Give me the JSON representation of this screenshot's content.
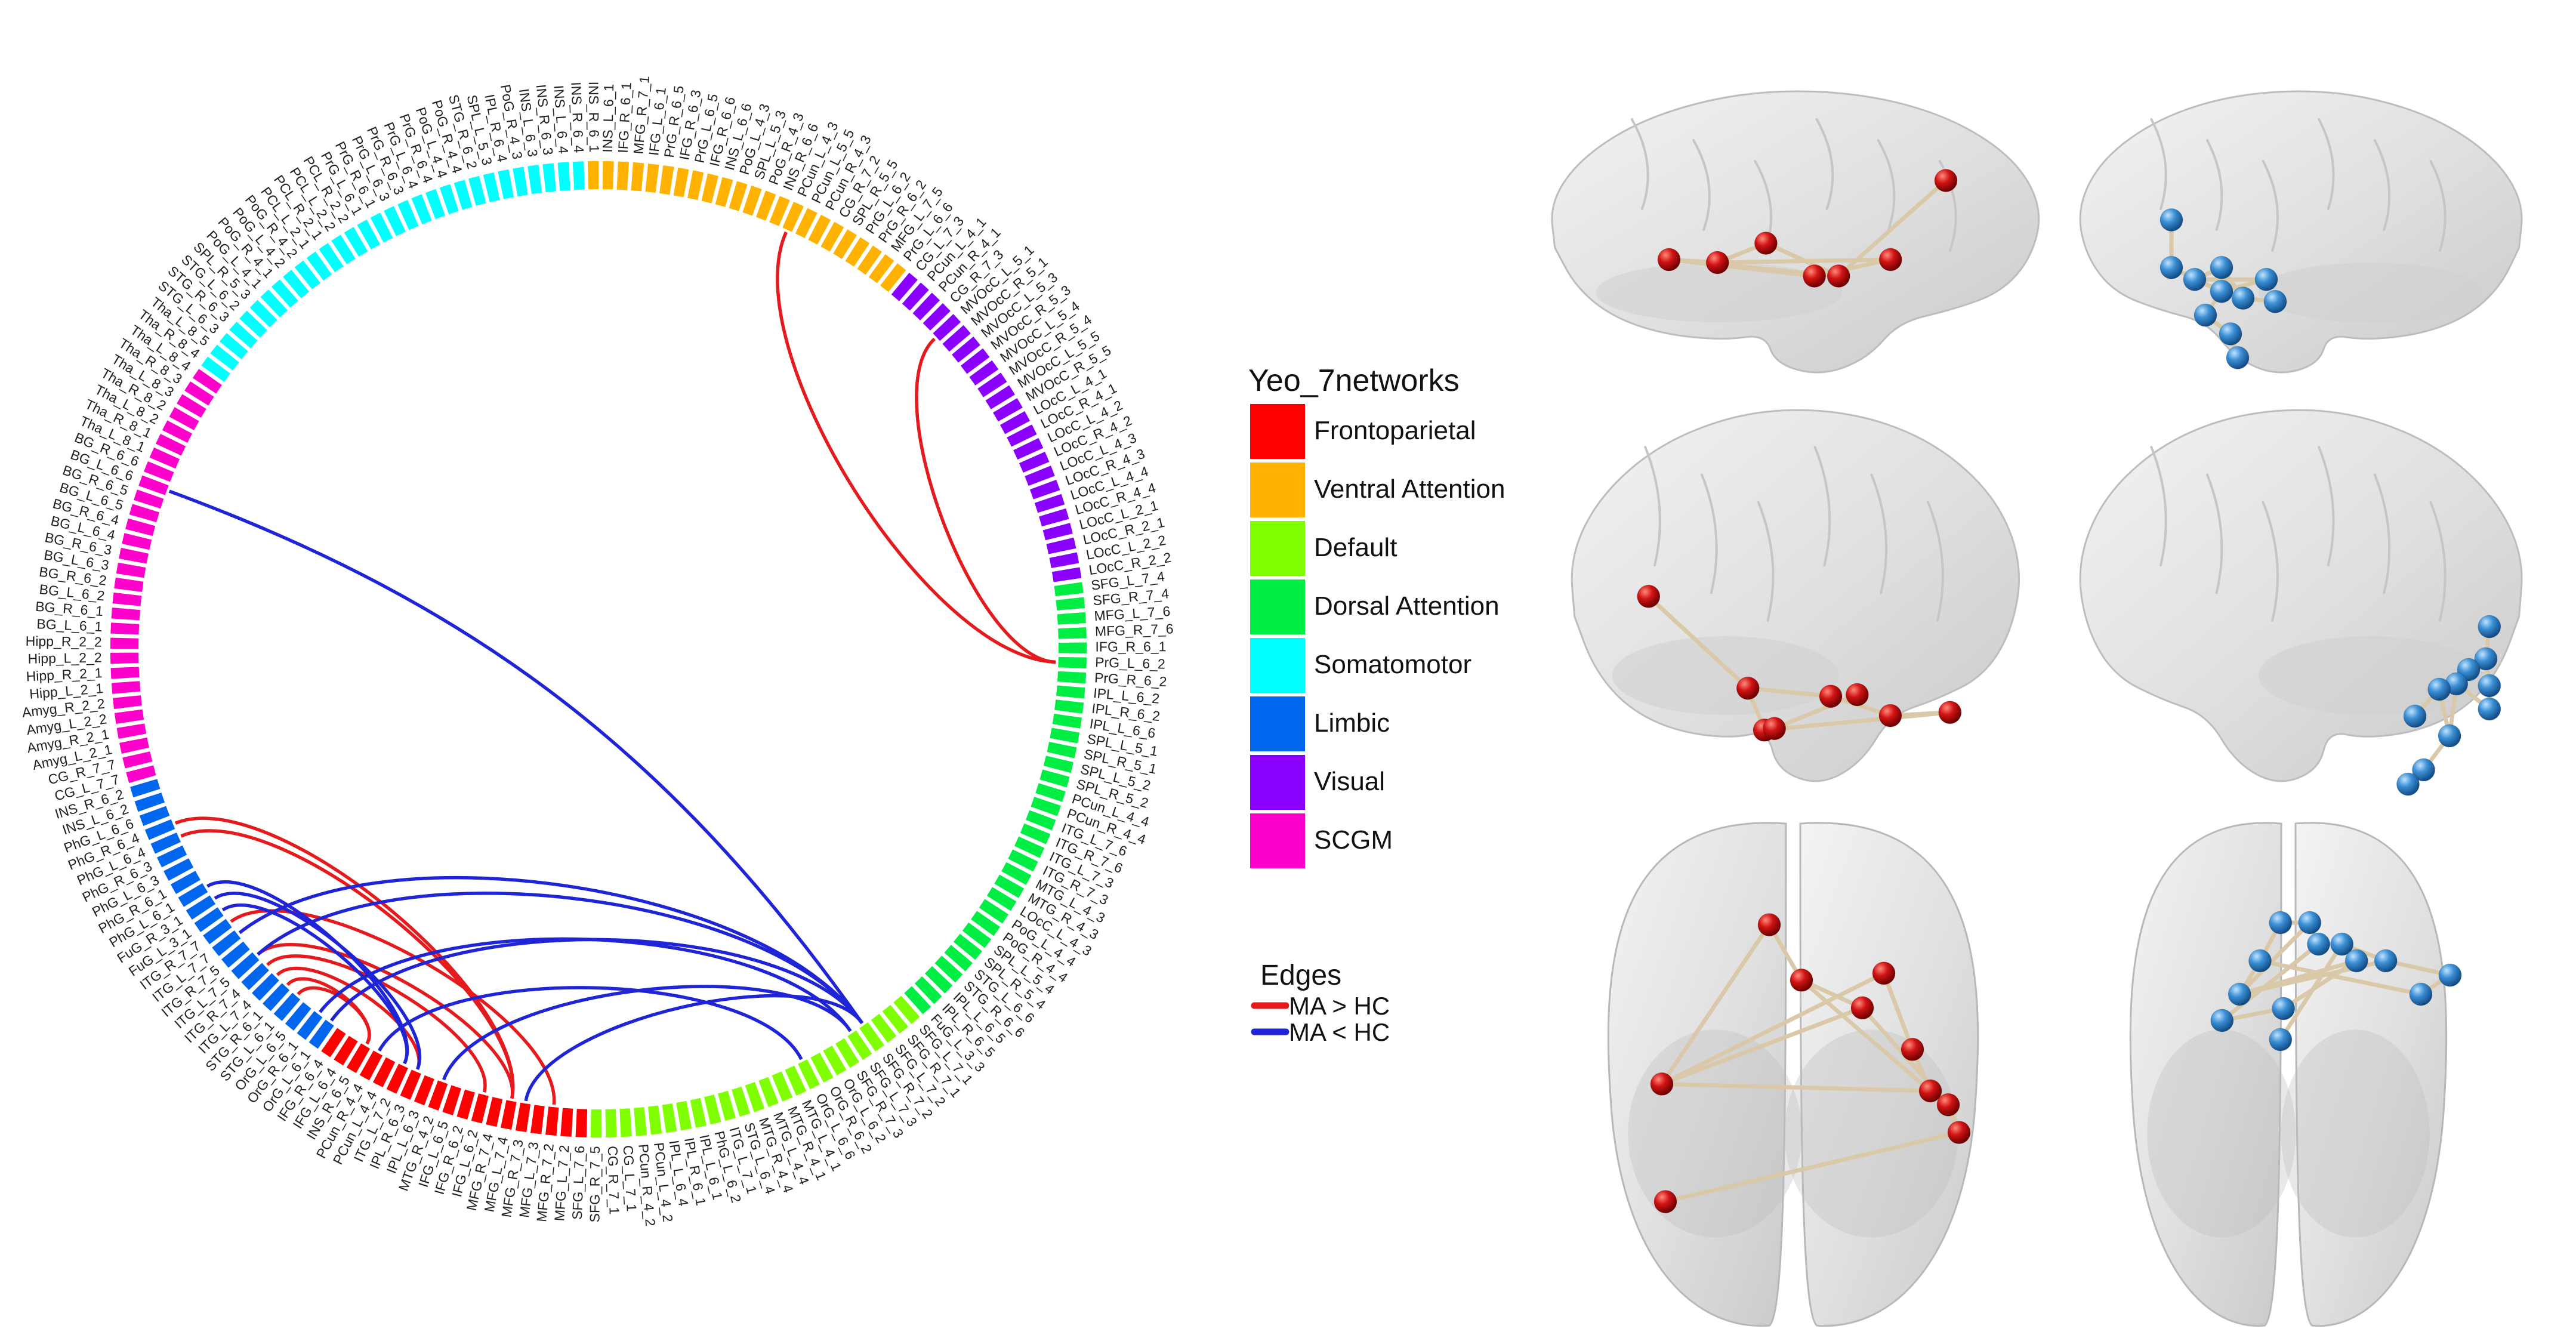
{
  "legend_networks": {
    "title": "Yeo_7networks",
    "items": [
      {
        "label": "Frontoparietal",
        "color": "#ff0000"
      },
      {
        "label": "Ventral Attention",
        "color": "#ffb300"
      },
      {
        "label": "Default",
        "color": "#80ff00"
      },
      {
        "label": "Dorsal Attention",
        "color": "#00ee44"
      },
      {
        "label": "Somatomotor",
        "color": "#00ffff"
      },
      {
        "label": "Limbic",
        "color": "#0066ee"
      },
      {
        "label": "Visual",
        "color": "#8a00ff"
      },
      {
        "label": "SCGM",
        "color": "#ff00cc"
      }
    ]
  },
  "legend_edges": {
    "title": "Edges",
    "items": [
      {
        "label": "MA > HC",
        "color": "#e41a1c"
      },
      {
        "label": "MA < HC",
        "color": "#1f24d6"
      }
    ]
  },
  "node_colors": {
    "ma_gt_hc": "#cc1111",
    "ma_lt_hc": "#3b8fd4",
    "edge_bar": "#d9c9a8"
  },
  "chord": {
    "segments": [
      {
        "network": "Ventral Attention",
        "labels": [
          "INS_R_6_1",
          "INS_L_6_1",
          "IFG_R_6_1",
          "MFG_R_7_1",
          "IFG_L_6_1",
          "PrG_R_6_5",
          "IFG_R_6_3",
          "PrG_L_6_5",
          "IFG_R_6_6",
          "INS_L_6_6",
          "PoG_L_4_3",
          "SPL_L_5_3",
          "PoG_R_4_3",
          "INS_R_6_6",
          "PCun_L_4_3",
          "PCun_L_5_5",
          "PCun_R_4_3",
          "CG_R_7_2",
          "SPL_R_5_5",
          "PrG_L_6_2",
          "PrG_R_6_2",
          "MFG_L_7_5",
          "PrG_L_6_6"
        ]
      },
      {
        "network": "Visual",
        "labels": [
          "CG_L_7_3",
          "PCun_L_4_1",
          "PCun_R_4_1",
          "CG_R_7_3",
          "MVOcC_L_5_1",
          "MVOcC_R_5_1",
          "MVOcC_L_5_3",
          "MVOcC_R_5_3",
          "MVOcC_L_5_4",
          "MVOcC_R_5_4",
          "MVOcC_L_5_5",
          "MVOcC_R_5_5",
          "LOcC_L_4_1",
          "LOcC_R_4_1",
          "LOcC_L_4_2",
          "LOcC_R_4_2",
          "LOcC_L_4_3",
          "LOcC_R_4_3",
          "LOcC_L_4_4",
          "LOcC_R_4_4",
          "LOcC_L_2_1",
          "LOcC_R_2_1",
          "LOcC_L_2_2",
          "LOcC_R_2_2"
        ]
      },
      {
        "network": "Dorsal Attention",
        "labels": [
          "SFG_L_7_4",
          "SFG_R_7_4",
          "MFG_L_7_6",
          "MFG_R_7_6",
          "IFG_R_6_1",
          "PrG_L_6_2",
          "PrG_R_6_2",
          "IPL_L_6_2",
          "IPL_R_6_2",
          "IPL_L_6_6",
          "SPL_L_5_1",
          "SPL_R_5_1",
          "SPL_L_5_2",
          "SPL_R_5_2",
          "PCun_L_4_4",
          "PCun_R_4_4",
          "ITG_L_7_6",
          "ITG_R_7_6",
          "ITG_L_7_3",
          "ITG_R_7_3",
          "MTG_L_4_3",
          "MTG_R_4_3",
          "LOcC_L_4_3",
          "PoG_L_4_4",
          "PoG_R_4_4",
          "SPL_L_5_4",
          "SPL_R_5_4",
          "STG_L_6_6",
          "STG_R_6_6",
          "IPL_L_6_5",
          "IPL_R_6_5",
          "FuG_L_3_3"
        ]
      },
      {
        "network": "Default",
        "labels": [
          "SFG_L_7_1",
          "SFG_R_7_1",
          "SFG_L_7_2",
          "SFG_R_7_2",
          "SFG_L_7_3",
          "SFG_R_7_3",
          "OrG_L_6_2",
          "OrG_R_6_2",
          "OrG_L_6_6",
          "MTG_L_4_1",
          "MTG_R_4_1",
          "MTG_L_4_4",
          "MTG_R_4_4",
          "STG_L_6_4",
          "ITG_L_7_1",
          "PhG_L_6_2",
          "IPL_L_6_1",
          "IPL_R_6_1",
          "IPL_L_6_4",
          "PCun_L_4_2",
          "PCun_R_4_2",
          "CG_L_7_1",
          "CG_R_7_1",
          "SFG_R_7_5"
        ]
      },
      {
        "network": "Frontoparietal",
        "labels": [
          "SFG_L_7_6",
          "MFG_L_7_2",
          "MFG_R_7_2",
          "MFG_L_7_3",
          "MFG_R_7_3",
          "MFG_L_7_4",
          "MFG_R_7_4",
          "IFG_L_6_2",
          "IFG_R_6_2",
          "IFG_L_6_5",
          "MTG_R_4_2",
          "IPL_L_6_3",
          "IPL_R_6_3",
          "ITG_L_7_2",
          "PCun_L_4_4",
          "PCun_R_4_4",
          "INS_R_6_5",
          "IFG_L_6_4",
          "IFG_R_6_4"
        ]
      },
      {
        "network": "Limbic",
        "labels": [
          "OrG_L_6_1",
          "OrG_R_6_1",
          "OrG_L_6_5",
          "STG_L_6_1",
          "STG_R_6_1",
          "ITG_L_7_4",
          "ITG_R_7_4",
          "ITG_L_7_5",
          "ITG_R_7_5",
          "ITG_L_7_7",
          "ITG_R_7_7",
          "FuG_L_3_1",
          "FuG_R_3_1",
          "PhG_L_6_1",
          "PhG_R_6_1",
          "PhG_L_6_3",
          "PhG_R_6_3",
          "PhG_L_6_4",
          "PhG_R_6_4",
          "PhG_L_6_6",
          "INS_L_6_2",
          "INS_R_6_2"
        ]
      },
      {
        "network": "SCGM",
        "labels": [
          "CG_L_7_7",
          "CG_R_7_7",
          "Amyg_L_2_1",
          "Amyg_R_2_1",
          "Amyg_L_2_2",
          "Amyg_R_2_2",
          "Hipp_L_2_1",
          "Hipp_R_2_1",
          "Hipp_L_2_2",
          "Hipp_R_2_2",
          "BG_L_6_1",
          "BG_R_6_1",
          "BG_L_6_2",
          "BG_R_6_2",
          "BG_L_6_3",
          "BG_R_6_3",
          "BG_L_6_4",
          "BG_R_6_4",
          "BG_L_6_5",
          "BG_R_6_5",
          "BG_L_6_6",
          "BG_R_6_6",
          "Tha_L_8_1",
          "Tha_R_8_1",
          "Tha_L_8_2",
          "Tha_R_8_2",
          "Tha_L_8_3",
          "Tha_R_8_3",
          "Tha_L_8_4"
        ]
      },
      {
        "network": "Somatomotor",
        "labels": [
          "Tha_R_8_4",
          "Tha_L_8_5",
          "STG_L_6_3",
          "STG_R_6_3",
          "STG_L_6_2",
          "SPL_R_5_3",
          "PoG_L_4_1",
          "PoG_R_4_1",
          "PoG_L_4_2",
          "PoG_R_4_2",
          "PCL_L_2_1",
          "PCL_R_2_1",
          "PCL_L_2_2",
          "PCL_R_2_2",
          "PrG_L_6_1",
          "PrG_R_6_1",
          "PrG_L_6_3",
          "PrG_R_6_3",
          "PrG_L_6_4",
          "PrG_R_6_4",
          "PoG_L_4_4",
          "PoG_R_4_4",
          "STG_R_6_2",
          "SPL_L_5_3",
          "IPL_R_6_4",
          "PoG_R_4_3",
          "INS_L_6_3",
          "INS_R_6_3",
          "INS_L_6_4",
          "INS_R_6_4"
        ]
      }
    ],
    "edges": [
      {
        "group": "MA > HC",
        "a": [
          2,
          5
        ],
        "b": [
          0,
          14
        ]
      },
      {
        "group": "MA > HC",
        "a": [
          2,
          5
        ],
        "b": [
          1,
          4
        ]
      },
      {
        "group": "MA > HC",
        "a": [
          5,
          18
        ],
        "b": [
          4,
          5
        ]
      },
      {
        "group": "MA > HC",
        "a": [
          5,
          17
        ],
        "b": [
          4,
          5
        ]
      },
      {
        "group": "MA > HC",
        "a": [
          5,
          10
        ],
        "b": [
          4,
          2
        ]
      },
      {
        "group": "MA > HC",
        "a": [
          5,
          7
        ],
        "b": [
          4,
          5
        ]
      },
      {
        "group": "MA > HC",
        "a": [
          5,
          6
        ],
        "b": [
          4,
          7
        ]
      },
      {
        "group": "MA > HC",
        "a": [
          5,
          5
        ],
        "b": [
          4,
          12
        ]
      },
      {
        "group": "MA > HC",
        "a": [
          5,
          4
        ],
        "b": [
          4,
          16
        ]
      },
      {
        "group": "MA > HC",
        "a": [
          5,
          3
        ],
        "b": [
          4,
          16
        ]
      },
      {
        "group": "MA < HC",
        "a": [
          6,
          20
        ],
        "b": [
          3,
          3
        ]
      },
      {
        "group": "MA < HC",
        "a": [
          5,
          13
        ],
        "b": [
          4,
          13
        ]
      },
      {
        "group": "MA < HC",
        "a": [
          5,
          12
        ],
        "b": [
          4,
          12
        ]
      },
      {
        "group": "MA < HC",
        "a": [
          5,
          11
        ],
        "b": [
          4,
          13
        ]
      },
      {
        "group": "MA < HC",
        "a": [
          5,
          9
        ],
        "b": [
          3,
          3
        ]
      },
      {
        "group": "MA < HC",
        "a": [
          5,
          7
        ],
        "b": [
          3,
          3
        ]
      },
      {
        "group": "MA < HC",
        "a": [
          5,
          1
        ],
        "b": [
          3,
          4
        ]
      },
      {
        "group": "MA < HC",
        "a": [
          5,
          0
        ],
        "b": [
          3,
          3
        ]
      },
      {
        "group": "MA < HC",
        "a": [
          4,
          15
        ],
        "b": [
          3,
          8
        ]
      },
      {
        "group": "MA < HC",
        "a": [
          4,
          10
        ],
        "b": [
          3,
          4
        ]
      },
      {
        "group": "MA < HC",
        "a": [
          4,
          4
        ],
        "b": [
          3,
          3
        ]
      }
    ]
  },
  "brain_views": [
    {
      "view": "left-lateral",
      "group": "MA > HC",
      "nodes": [
        [
          0.15,
          0.58
        ],
        [
          0.29,
          0.6
        ],
        [
          0.43,
          0.47
        ],
        [
          0.57,
          0.69
        ],
        [
          0.64,
          0.69
        ],
        [
          0.79,
          0.58
        ],
        [
          0.95,
          0.05
        ]
      ],
      "edges": [
        [
          0,
          1
        ],
        [
          1,
          2
        ],
        [
          0,
          4
        ],
        [
          1,
          5
        ],
        [
          2,
          4
        ],
        [
          3,
          5
        ],
        [
          4,
          6
        ],
        [
          0,
          3
        ]
      ]
    },
    {
      "view": "right-lateral",
      "group": "MA < HC",
      "nodes": [
        [
          0.18,
          0.1
        ],
        [
          0.18,
          0.38
        ],
        [
          0.31,
          0.45
        ],
        [
          0.46,
          0.38
        ],
        [
          0.46,
          0.52
        ],
        [
          0.58,
          0.56
        ],
        [
          0.71,
          0.45
        ],
        [
          0.37,
          0.66
        ],
        [
          0.51,
          0.77
        ],
        [
          0.55,
          0.91
        ],
        [
          0.76,
          0.58
        ]
      ],
      "edges": [
        [
          0,
          1
        ],
        [
          1,
          2
        ],
        [
          2,
          3
        ],
        [
          2,
          4
        ],
        [
          3,
          5
        ],
        [
          4,
          6
        ],
        [
          5,
          10
        ],
        [
          4,
          7
        ],
        [
          7,
          8
        ],
        [
          8,
          9
        ],
        [
          1,
          4
        ],
        [
          2,
          6
        ]
      ]
    },
    {
      "view": "left-lateral",
      "group": "MA > HC",
      "nodes": [
        [
          0.05,
          0.09
        ],
        [
          0.35,
          0.66
        ],
        [
          0.4,
          0.92
        ],
        [
          0.43,
          0.91
        ],
        [
          0.6,
          0.71
        ],
        [
          0.68,
          0.7
        ],
        [
          0.78,
          0.83
        ],
        [
          0.96,
          0.81
        ]
      ],
      "edges": [
        [
          0,
          1
        ],
        [
          1,
          2
        ],
        [
          2,
          3
        ],
        [
          3,
          5
        ],
        [
          4,
          6
        ],
        [
          6,
          7
        ],
        [
          2,
          7
        ],
        [
          1,
          4
        ]
      ]
    },
    {
      "view": "right-lateral",
      "group": "MA < HC",
      "nodes": [
        [
          0.92,
          0.1
        ],
        [
          0.9,
          0.28
        ],
        [
          0.8,
          0.34
        ],
        [
          0.73,
          0.42
        ],
        [
          0.63,
          0.45
        ],
        [
          0.92,
          0.43
        ],
        [
          0.92,
          0.56
        ],
        [
          0.49,
          0.6
        ],
        [
          0.69,
          0.71
        ],
        [
          0.54,
          0.9
        ],
        [
          0.45,
          0.98
        ]
      ],
      "edges": [
        [
          0,
          1
        ],
        [
          1,
          2
        ],
        [
          2,
          3
        ],
        [
          3,
          4
        ],
        [
          1,
          5
        ],
        [
          5,
          6
        ],
        [
          6,
          3
        ],
        [
          4,
          7
        ],
        [
          4,
          8
        ],
        [
          8,
          9
        ],
        [
          9,
          10
        ],
        [
          3,
          8
        ]
      ]
    },
    {
      "view": "axial",
      "group": "MA > HC",
      "nodes": [
        [
          0.4,
          0.12
        ],
        [
          0.49,
          0.28
        ],
        [
          0.66,
          0.36
        ],
        [
          0.1,
          0.58
        ],
        [
          0.72,
          0.26
        ],
        [
          0.8,
          0.48
        ],
        [
          0.85,
          0.6
        ],
        [
          0.9,
          0.64
        ],
        [
          0.93,
          0.72
        ],
        [
          0.11,
          0.92
        ]
      ],
      "edges": [
        [
          0,
          1
        ],
        [
          1,
          2
        ],
        [
          0,
          3
        ],
        [
          3,
          2
        ],
        [
          3,
          4
        ],
        [
          4,
          5
        ],
        [
          5,
          6
        ],
        [
          6,
          7
        ],
        [
          7,
          8
        ],
        [
          2,
          7
        ],
        [
          9,
          8
        ],
        [
          1,
          6
        ],
        [
          3,
          6
        ]
      ]
    },
    {
      "view": "axial",
      "group": "MA < HC",
      "nodes": [
        [
          0.32,
          0.19
        ],
        [
          0.42,
          0.19
        ],
        [
          0.45,
          0.28
        ],
        [
          0.53,
          0.28
        ],
        [
          0.68,
          0.35
        ],
        [
          0.25,
          0.35
        ],
        [
          0.18,
          0.49
        ],
        [
          0.8,
          0.49
        ],
        [
          0.9,
          0.41
        ],
        [
          0.12,
          0.6
        ],
        [
          0.32,
          0.68
        ],
        [
          0.33,
          0.55
        ],
        [
          0.58,
          0.35
        ]
      ],
      "edges": [
        [
          0,
          1
        ],
        [
          1,
          2
        ],
        [
          2,
          3
        ],
        [
          3,
          4
        ],
        [
          0,
          5
        ],
        [
          5,
          6
        ],
        [
          6,
          4
        ],
        [
          4,
          8
        ],
        [
          8,
          7
        ],
        [
          5,
          7
        ],
        [
          2,
          9
        ],
        [
          9,
          11
        ],
        [
          6,
          12
        ],
        [
          3,
          10
        ],
        [
          1,
          6
        ],
        [
          11,
          12
        ]
      ]
    }
  ]
}
